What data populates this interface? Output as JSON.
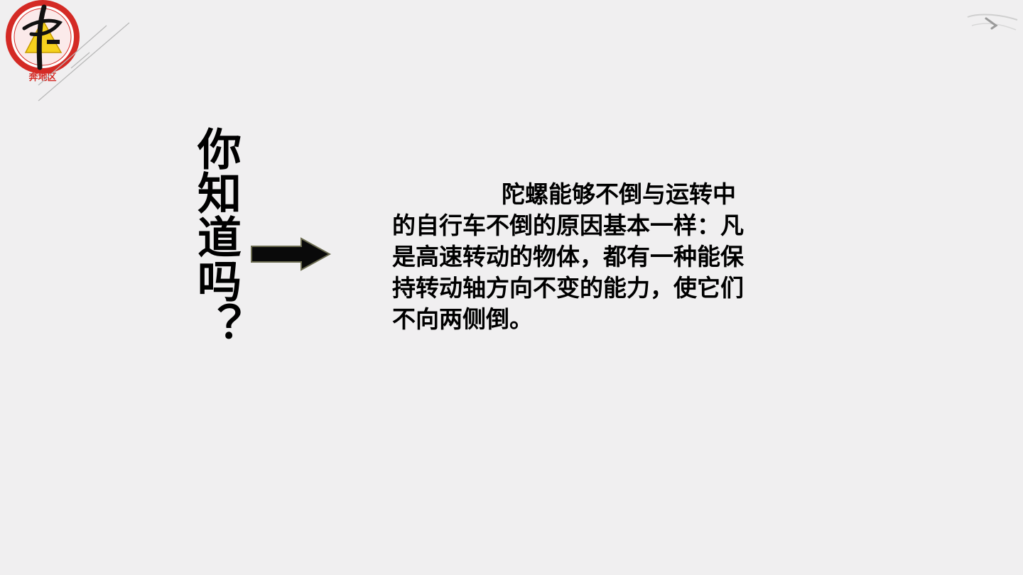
{
  "slide": {
    "logo": {
      "icon": "school-emblem",
      "emblem_text": "奔地区",
      "colors": {
        "ring": "#d42a25",
        "triangle": "#f5d11e",
        "glyph": "#111111"
      }
    },
    "title_vertical": "你知道吗？",
    "arrow_icon": "right-arrow-icon",
    "body_text": "陀螺能够不倒与运转中的自行车不倒的原因基本一样：凡是高速转动的物体，都有一种能保持转动轴方向不变的能力，使它们不向两侧倒。",
    "colors": {
      "background": "#f0eff0",
      "text": "#000000",
      "arrow": "#0a0a0a"
    }
  }
}
